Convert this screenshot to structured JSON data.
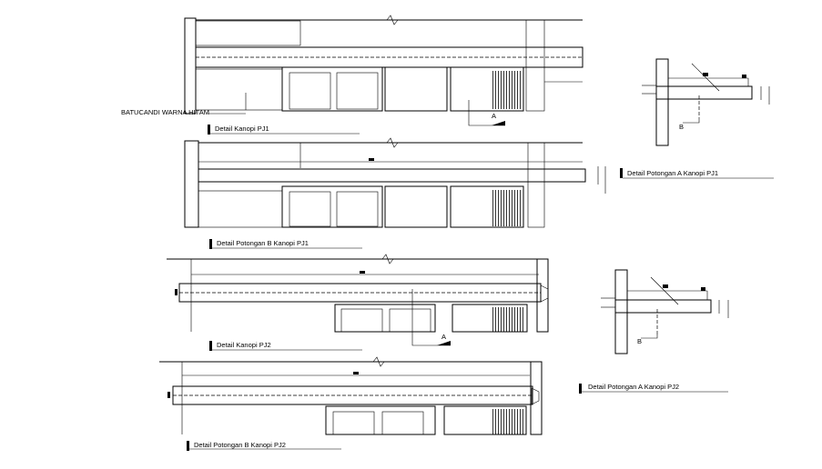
{
  "labels": {
    "material_note": "BATUCANDI WARNA HITAM",
    "kanopi_pj1": "Detail Kanopi PJ1",
    "potongan_a_pj1": "Detail Potongan A Kanopi PJ1",
    "potongan_b_pj1": "Detail Potongan B Kanopi PJ1",
    "kanopi_pj2": "Detail Kanopi PJ2",
    "potongan_a_pj2": "Detail Potongan A Kanopi PJ2",
    "potongan_b_pj2": "Detail Potongan B Kanopi PJ2"
  },
  "section_markers": {
    "a": "A",
    "b": "B"
  },
  "colors": {
    "line": "#000000",
    "background": "#ffffff"
  }
}
